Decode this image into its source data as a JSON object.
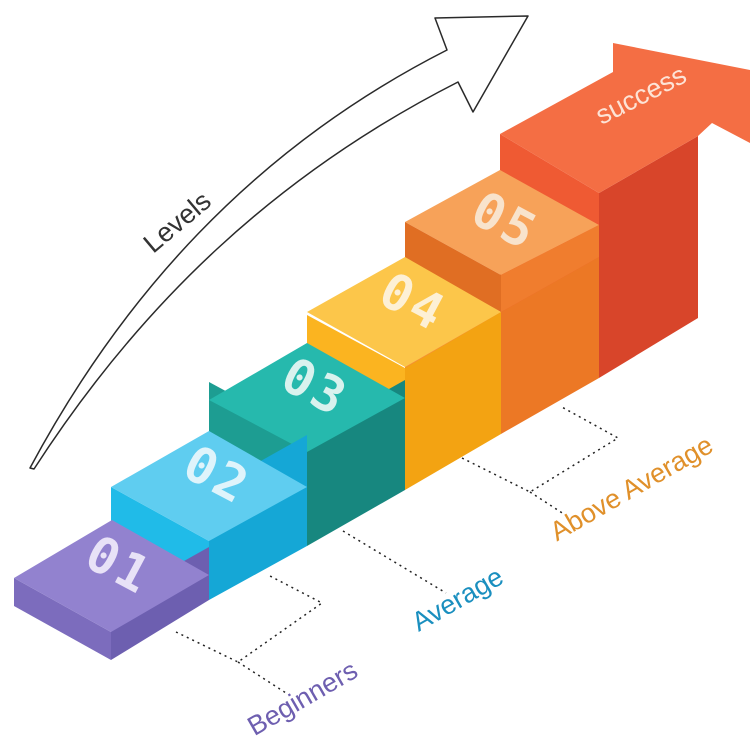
{
  "title": "Levels",
  "arrow_label": "success",
  "steps": [
    {
      "number": "01",
      "label": "Beginners",
      "color": "#8878c8",
      "label_color": "#6e5fb0"
    },
    {
      "number": "02",
      "label": "",
      "color": "#20bbe8",
      "label_color": ""
    },
    {
      "number": "03",
      "label": "Average",
      "color": "#1d9d92",
      "label_color": "#1a8fbf"
    },
    {
      "number": "04",
      "label": "",
      "color": "#fbb420",
      "label_color": ""
    },
    {
      "number": "05",
      "label": "Above Average",
      "color": "#f58c38",
      "label_color": "#e0902a"
    },
    {
      "number": "",
      "label": "",
      "color": "#ef5a33",
      "label_color": ""
    }
  ]
}
